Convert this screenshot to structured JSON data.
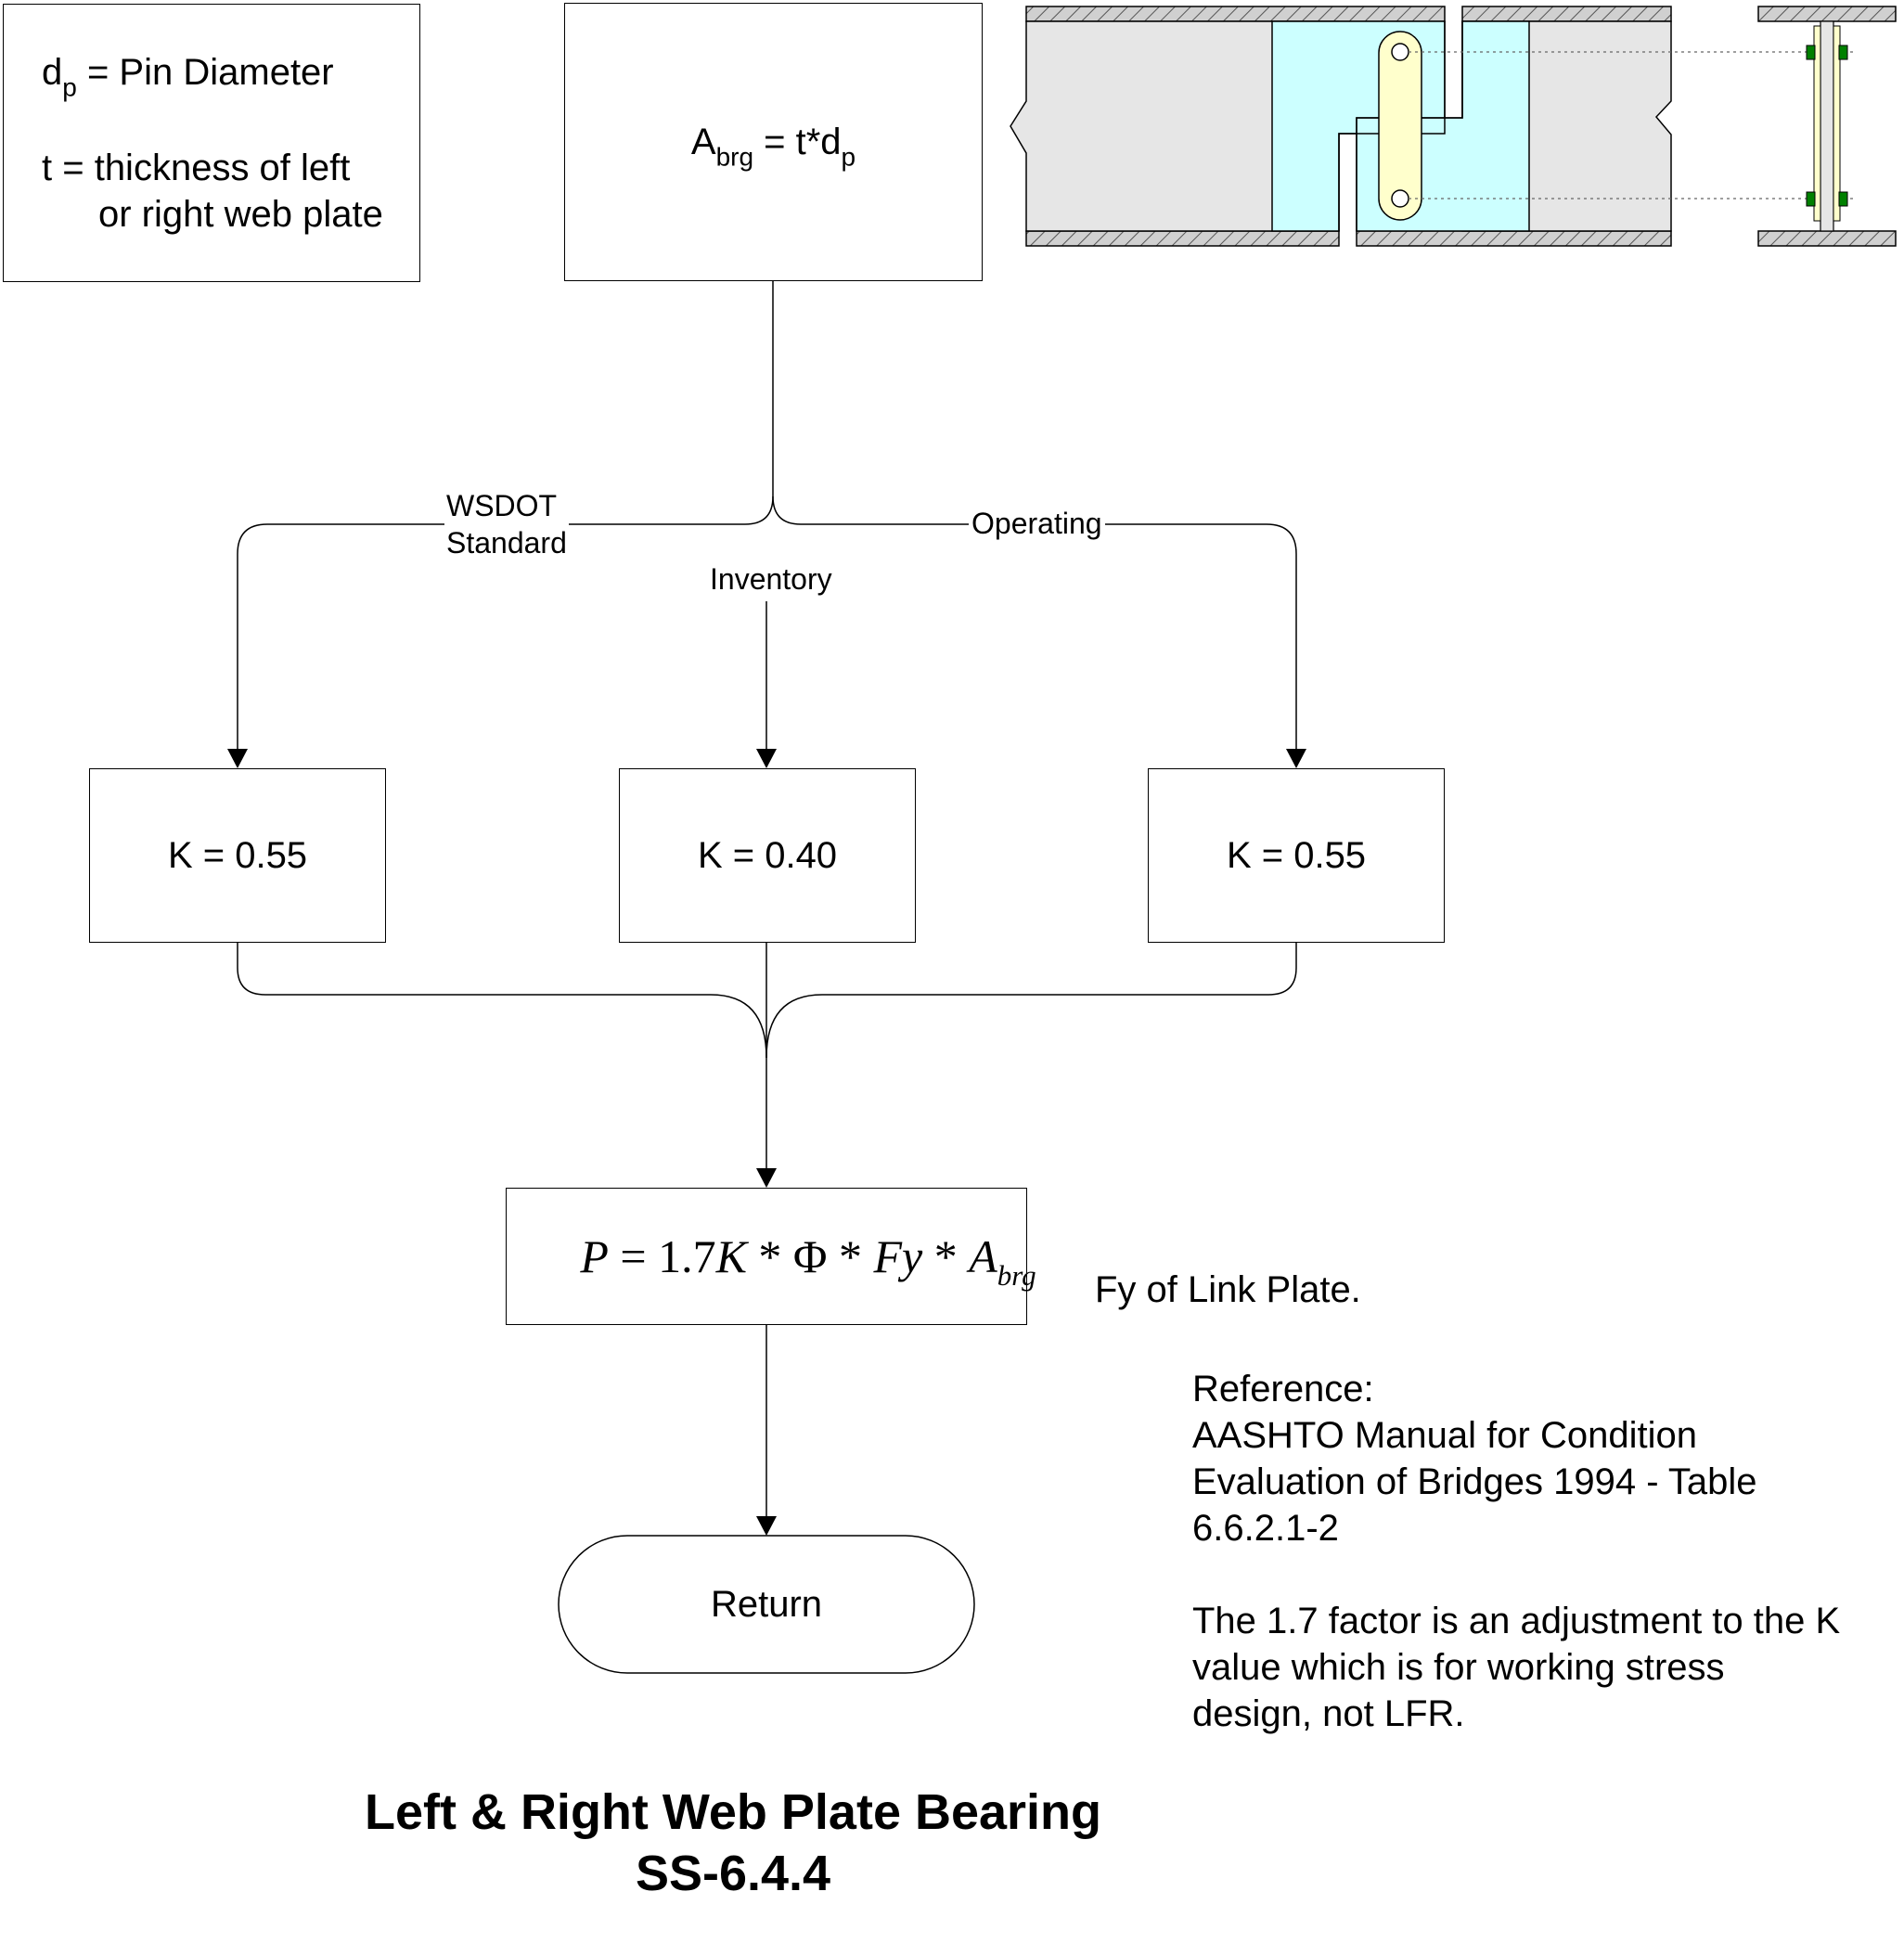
{
  "legend": {
    "dp_symbol": "d",
    "dp_sub": "p",
    "dp_text": "= Pin Diameter",
    "t_line1": "t = thickness of left",
    "t_line2": "or right web plate"
  },
  "abrg_box": {
    "lhs": "A",
    "lhs_sub": "brg",
    "eq": " = t*d",
    "rhs_sub": "p"
  },
  "branches": {
    "left_line1": "WSDOT",
    "left_line2": "Standard",
    "middle": "Inventory",
    "right": "Operating"
  },
  "k_boxes": {
    "left": "K = 0.55",
    "middle": "K = 0.40",
    "right": "K = 0.55"
  },
  "formula": {
    "lhs": "P",
    "eq": " = ",
    "coef": "1.7",
    "k": "K",
    "star1": " * ",
    "phi": "Φ",
    "star2": " * ",
    "fy": "Fy",
    "star3": " * ",
    "a": "A",
    "a_sub": "brg"
  },
  "notes": {
    "fy_note": "Fy of Link Plate.",
    "reference_label": "Reference:",
    "reference_line1": "AASHTO Manual for Condition",
    "reference_line2": "Evaluation of Bridges 1994 - Table",
    "reference_line3": "6.6.2.1-2",
    "factor_line1": "The 1.7 factor is an adjustment to the K",
    "factor_line2": "value which is for working stress",
    "factor_line3": "design, not LFR."
  },
  "terminator": {
    "label": "Return"
  },
  "title": {
    "line1": "Left & Right Web Plate Bearing",
    "line2": "SS-6.4.4"
  },
  "colors": {
    "girder_gray": "#e6e6e6",
    "plate_cyan": "#ccffff",
    "link_yellow": "#ffffcc",
    "bolt_green": "#008000"
  }
}
